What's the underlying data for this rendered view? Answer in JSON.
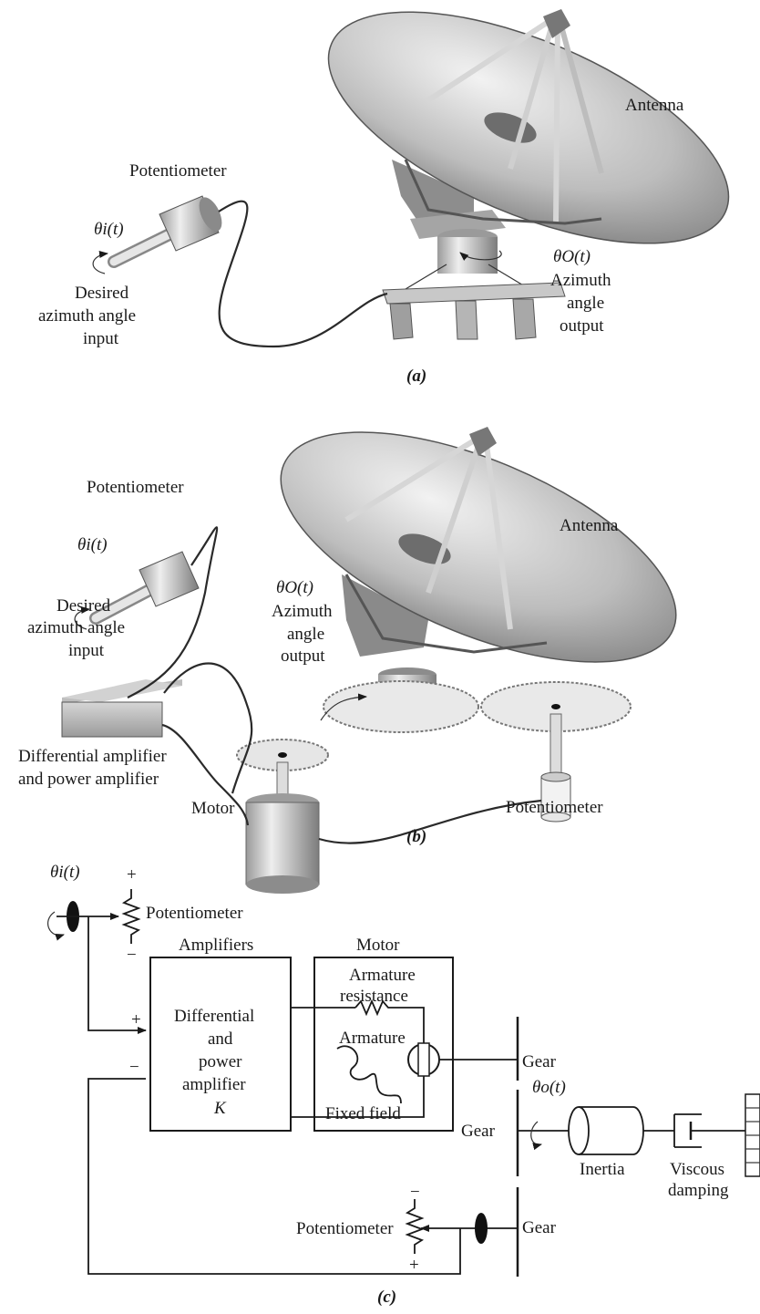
{
  "panel_a": {
    "label_potentiometer": "Potentiometer",
    "label_antenna": "Antenna",
    "theta_i": "θi(t)",
    "theta_o": "θO(t)",
    "input_line1": "Desired",
    "input_line2": "azimuth angle",
    "input_line3": "input",
    "output_line1": "Azimuth",
    "output_line2": "angle",
    "output_line3": "output",
    "caption": "(a)"
  },
  "panel_b": {
    "label_potentiometer_top": "Potentiometer",
    "label_antenna": "Antenna",
    "theta_i": "θi(t)",
    "theta_o": "θO(t)",
    "input_line1": "Desired",
    "input_line2": "azimuth angle",
    "input_line3": "input",
    "output_line1": "Azimuth",
    "output_line2": "angle",
    "output_line3": "output",
    "amp_line1": "Differential amplifier",
    "amp_line2": "and power amplifier",
    "label_motor": "Motor",
    "label_potentiometer_bottom": "Potentiometer",
    "caption": "(b)"
  },
  "panel_c": {
    "theta_i": "θi(t)",
    "plus_top": "+",
    "minus_top": "−",
    "label_potentiometer_top": "Potentiometer",
    "header_amplifiers": "Amplifiers",
    "header_motor": "Motor",
    "amp_line1": "Differential",
    "amp_line2": "and",
    "amp_line3": "power",
    "amp_line4": "amplifier",
    "amp_gain": "K",
    "input_plus": "+",
    "input_minus": "−",
    "armature_resistance_1": "Armature",
    "armature_resistance_2": "resistance",
    "armature": "Armature",
    "fixed_field": "Fixed field",
    "gear_top": "Gear",
    "gear_middle": "Gear",
    "gear_bottom": "Gear",
    "theta_o": "θo(t)",
    "inertia": "Inertia",
    "viscous_1": "Viscous",
    "viscous_2": "damping",
    "label_potentiometer_bottom": "Potentiometer",
    "minus_bottom": "−",
    "plus_bottom": "+",
    "caption": "(c)"
  }
}
